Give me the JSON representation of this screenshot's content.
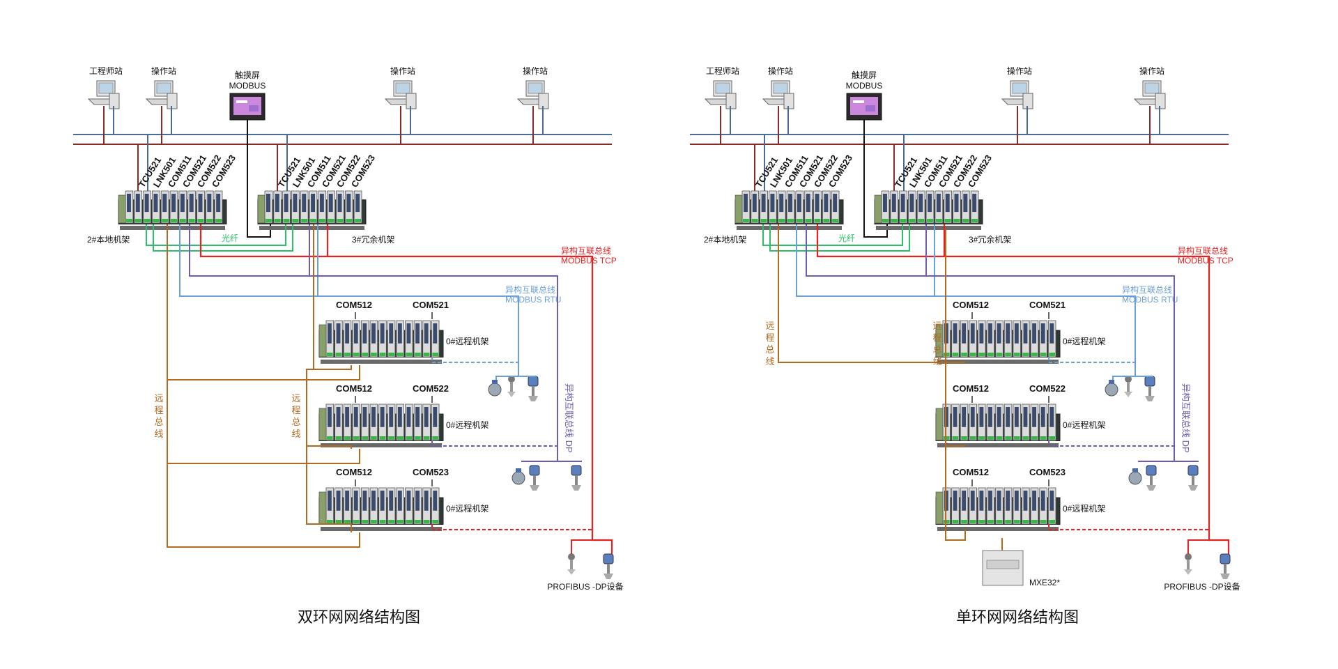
{
  "colors": {
    "ethernet_blue": "#4a6a96",
    "ethernet_red": "#8a2a2a",
    "fiber_green": "#2bbf68",
    "remote_bus_brown": "#b36a1f",
    "modbus_tcp_red": "#e52222",
    "modbus_rtu_blue": "#6aa0d8",
    "dp_purple": "#6f5cb0",
    "screen_pink": "#cc88dd"
  },
  "panels": [
    {
      "id": "left",
      "caption": "双环网网络结构图",
      "stations": [
        {
          "label": "工程师站"
        },
        {
          "label": "操作站"
        },
        {
          "label": "操作站"
        },
        {
          "label": "操作站"
        }
      ],
      "touch": {
        "label1": "触摸屏",
        "label2": "MODBUS"
      },
      "rack_left": {
        "modules": [
          "TCU521",
          "LNK501",
          "COM511",
          "COM521",
          "COM522",
          "COM523"
        ],
        "label": "2#本地机架"
      },
      "rack_right": {
        "modules": [
          "TCU521",
          "LNK501",
          "COM511",
          "COM521",
          "COM522",
          "COM523"
        ],
        "label": "3#冗余机架"
      },
      "fiber_label": "光纤",
      "tcp_label1": "异构互联总线",
      "tcp_label2": "MODBUS TCP",
      "rtu_label1": "异构互联总线",
      "rtu_label2": "MODBUS RTU",
      "dp_label": "异构互联总线 DP",
      "bus_label_a": "远程总线",
      "bus_label_b": "远程总线",
      "remote_racks": [
        {
          "left": "COM512",
          "right": "COM521",
          "label": "0#远程机架"
        },
        {
          "left": "COM512",
          "right": "COM522",
          "label": "0#远程机架"
        },
        {
          "left": "COM512",
          "right": "COM523",
          "label": "0#远程机架"
        }
      ],
      "profibus_label": "PROFIBUS -DP设备"
    },
    {
      "id": "right",
      "caption": "单环网网络结构图",
      "stations": [
        {
          "label": "工程师站"
        },
        {
          "label": "操作站"
        },
        {
          "label": "操作站"
        },
        {
          "label": "操作站"
        }
      ],
      "touch": {
        "label1": "触摸屏",
        "label2": "MODBUS"
      },
      "rack_left": {
        "modules": [
          "TCU521",
          "LNK501",
          "COM511",
          "COM521",
          "COM522",
          "COM523"
        ],
        "label": "2#本地机架"
      },
      "rack_right": {
        "modules": [
          "TCU521",
          "LNK501",
          "COM511",
          "COM521",
          "COM522",
          "COM523"
        ],
        "label": "3#冗余机架"
      },
      "fiber_label": "光纤",
      "tcp_label1": "异构互联总线",
      "tcp_label2": "MODBUS TCP",
      "rtu_label1": "异构互联总线",
      "rtu_label2": "MODBUS RTU",
      "dp_label": "异构互联总线 DP",
      "bus_label_a": "远程总线",
      "bus_label_b": "远程总线",
      "remote_racks": [
        {
          "left": "COM512",
          "right": "COM521",
          "label": "0#远程机架"
        },
        {
          "left": "COM512",
          "right": "COM522",
          "label": "0#远程机架"
        },
        {
          "left": "COM512",
          "right": "COM523",
          "label": "0#远程机架"
        }
      ],
      "mxe_label": "MXE32*",
      "profibus_label": "PROFIBUS -DP设备"
    }
  ]
}
